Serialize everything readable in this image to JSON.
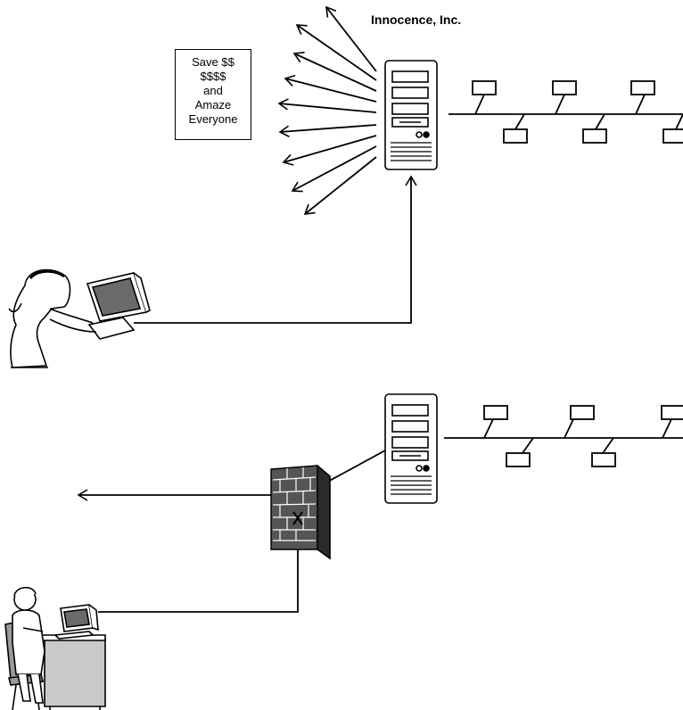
{
  "company_label": "Innocence, Inc.",
  "spam_message": {
    "lines": [
      "Save $$",
      "$$$$",
      "and",
      "Amaze",
      "Everyone"
    ]
  },
  "colors": {
    "line": "#000000",
    "background": "#ffffff",
    "monitor_screen": "#6a6a6a",
    "firewall_brick": "#555555",
    "desk": "#c9c9c9"
  },
  "icons": [
    "server-tower-icon",
    "hacker-at-computer-icon",
    "firewall-wall-icon",
    "worker-at-desk-icon",
    "lan-bus-icon"
  ]
}
